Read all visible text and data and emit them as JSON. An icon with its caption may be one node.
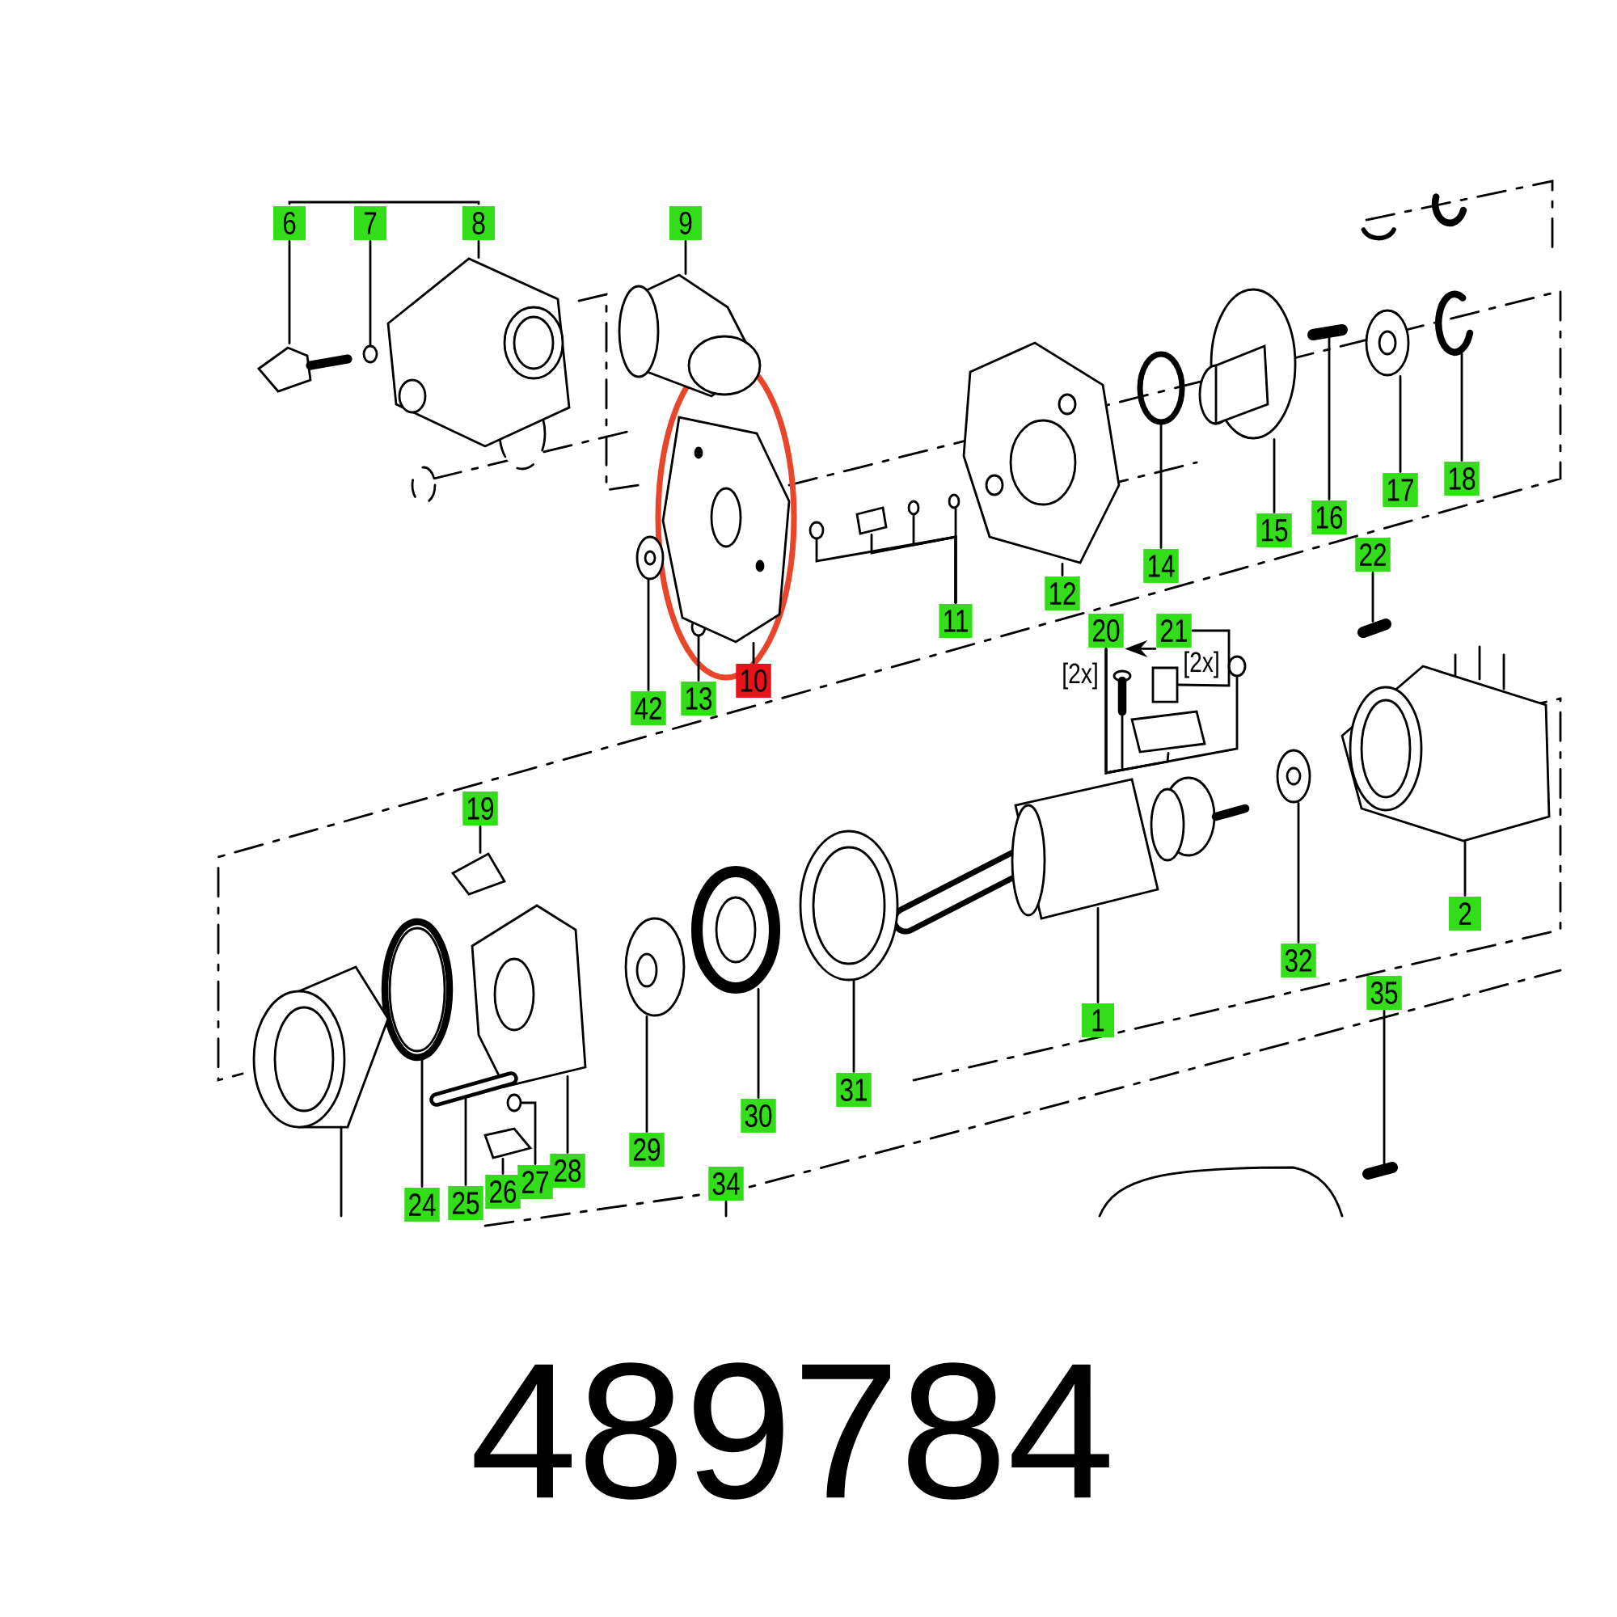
{
  "diagram": {
    "nodes": [
      {
        "text": [
          "6"
        ]
      },
      {
        "text": [
          "7"
        ]
      },
      {
        "text": [
          "8"
        ]
      },
      {
        "text": [
          "9"
        ]
      },
      {
        "text": [
          "18"
        ]
      },
      {
        "text": [
          "17"
        ]
      },
      {
        "text": [
          "16"
        ]
      },
      {
        "text": [
          "15"
        ]
      },
      {
        "text": [
          "14"
        ]
      },
      {
        "text": [
          "12"
        ]
      },
      {
        "text": [
          "22"
        ]
      },
      {
        "text": [
          "11"
        ]
      },
      {
        "text": [
          "20"
        ]
      },
      {
        "text": [
          "21"
        ]
      },
      {
        "text": [
          "42"
        ]
      },
      {
        "text": [
          "13"
        ]
      },
      {
        "text": [
          "10"
        ]
      },
      {
        "text": [
          "19"
        ]
      },
      {
        "text": [
          "2"
        ]
      },
      {
        "text": [
          "32"
        ]
      },
      {
        "text": [
          "35"
        ]
      },
      {
        "text": [
          "1"
        ]
      },
      {
        "text": [
          "31"
        ]
      },
      {
        "text": [
          "30"
        ]
      },
      {
        "text": [
          "29"
        ]
      },
      {
        "text": [
          "28"
        ]
      },
      {
        "text": [
          "27"
        ]
      },
      {
        "text": [
          "26"
        ]
      },
      {
        "text": [
          "25"
        ]
      },
      {
        "text": [
          "34"
        ]
      },
      {
        "text": [
          "24"
        ]
      },
      {
        "text": [],
        "shape": "picture"
      },
      {
        "text": [],
        "shape": "circle"
      },
      {
        "text": [],
        "shape": "picture"
      },
      {
        "text": [],
        "shape": "picture"
      },
      {
        "text": [],
        "shape": "picture"
      },
      {
        "text": [],
        "shape": "picture"
      },
      {
        "text": [],
        "shape": "picture"
      },
      {
        "text": [],
        "shape": "picture"
      },
      {
        "text": [],
        "shape": "circle"
      },
      {
        "text": [],
        "shape": "picture"
      },
      {
        "text": [],
        "shape": "picture"
      },
      {
        "text": [],
        "shape": "circle"
      },
      {
        "text": [],
        "shape": "picture"
      },
      {
        "text": [],
        "shape": "circle"
      },
      {
        "text": [],
        "shape": "circle"
      },
      {
        "text": [],
        "shape": "picture"
      },
      {
        "text": [],
        "shape": "box"
      },
      {
        "text": [],
        "shape": "picture"
      },
      {
        "text": [],
        "shape": "circle"
      },
      {
        "text": [],
        "shape": "picture"
      },
      {
        "text": [],
        "shape": "circle"
      },
      {
        "text": [],
        "shape": "picture"
      },
      {
        "text": [],
        "shape": "picture"
      },
      {
        "text": [],
        "shape": "picture"
      },
      {
        "text": [],
        "shape": "picture"
      },
      {
        "text": [],
        "shape": "picture"
      },
      {
        "text": [],
        "shape": "picture"
      },
      {
        "text": [],
        "shape": "picture"
      },
      {
        "text": [],
        "shape": "picture"
      },
      {
        "text": [],
        "shape": "picture"
      },
      {
        "text": [],
        "shape": "picture"
      },
      {
        "text": [],
        "shape": "circle"
      },
      {
        "text": [],
        "shape": "picture"
      },
      {
        "text": [],
        "shape": "picture"
      },
      {
        "text": [],
        "shape": "picture"
      },
      {
        "text": [],
        "shape": "picture"
      }
    ],
    "edges": [
      {
        "from": 0,
        "to": 31,
        "arrow": "none"
      },
      {
        "from": 1,
        "to": 32,
        "arrow": "none"
      },
      {
        "from": 2,
        "to": 33,
        "arrow": "none"
      },
      {
        "from": 3,
        "to": 34,
        "arrow": "none"
      },
      {
        "from": 4,
        "to": 35,
        "arrow": "none"
      },
      {
        "from": 5,
        "to": 36,
        "arrow": "none"
      },
      {
        "from": 6,
        "to": 37,
        "arrow": "none"
      },
      {
        "from": 7,
        "to": 38,
        "arrow": "none"
      },
      {
        "from": 8,
        "to": 39,
        "arrow": "none"
      },
      {
        "from": 9,
        "to": 40,
        "arrow": "none"
      },
      {
        "from": 10,
        "to": 41,
        "arrow": "none"
      },
      {
        "from": 11,
        "to": 45,
        "arrow": "none"
      },
      {
        "from": 11,
        "to": 44,
        "arrow": "none"
      },
      {
        "from": 11,
        "to": 43,
        "arrow": "none"
      },
      {
        "from": 11,
        "to": 42,
        "arrow": "none"
      },
      {
        "from": 12,
        "to": 46,
        "arrow": "none"
      },
      {
        "from": 12,
        "to": 48,
        "arrow": "none"
      },
      {
        "from": 12,
        "to": 49,
        "arrow": "none"
      },
      {
        "from": 13,
        "to": 47,
        "arrow": "none"
      },
      {
        "from": 13,
        "to": 12,
        "arrow": "to"
      },
      {
        "from": 14,
        "to": 50,
        "arrow": "none"
      },
      {
        "from": 15,
        "to": 51,
        "arrow": "none"
      },
      {
        "from": 16,
        "to": 52,
        "arrow": "none"
      },
      {
        "from": 17,
        "to": 53,
        "arrow": "none"
      },
      {
        "from": 18,
        "to": 54,
        "arrow": "none"
      },
      {
        "from": 19,
        "to": 55,
        "arrow": "none"
      },
      {
        "from": 20,
        "to": 56,
        "arrow": "none"
      },
      {
        "from": 21,
        "to": 57,
        "arrow": "none"
      },
      {
        "from": 22,
        "to": 58,
        "arrow": "none"
      },
      {
        "from": 23,
        "to": 59,
        "arrow": "none"
      },
      {
        "from": 24,
        "to": 60,
        "arrow": "none"
      },
      {
        "from": 25,
        "to": 61,
        "arrow": "none"
      },
      {
        "from": 26,
        "to": 62,
        "arrow": "none"
      },
      {
        "from": 27,
        "to": 63,
        "arrow": "none"
      },
      {
        "from": 28,
        "to": 64,
        "arrow": "none"
      },
      {
        "from": 30,
        "to": 65,
        "arrow": "none"
      },
      {
        "from": 29,
        "to": null,
        "arrow": "none"
      },
      {
        "from": null,
        "to": 66,
        "arrow": "none"
      }
    ],
    "labels": [
      "[2x]",
      "[2x]",
      "489784"
    ]
  }
}
